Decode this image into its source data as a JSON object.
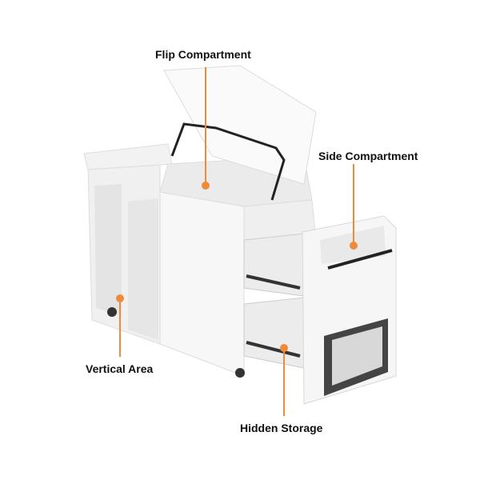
{
  "labels": {
    "flip": "Flip Compartment",
    "side": "Side Compartment",
    "vertical": "Vertical Area",
    "hidden": "Hidden Storage"
  },
  "colors": {
    "accent": "#ee8a3c",
    "body": "#f4f4f4",
    "shade": "#e2e2e2",
    "dark": "#2a2a2a"
  }
}
